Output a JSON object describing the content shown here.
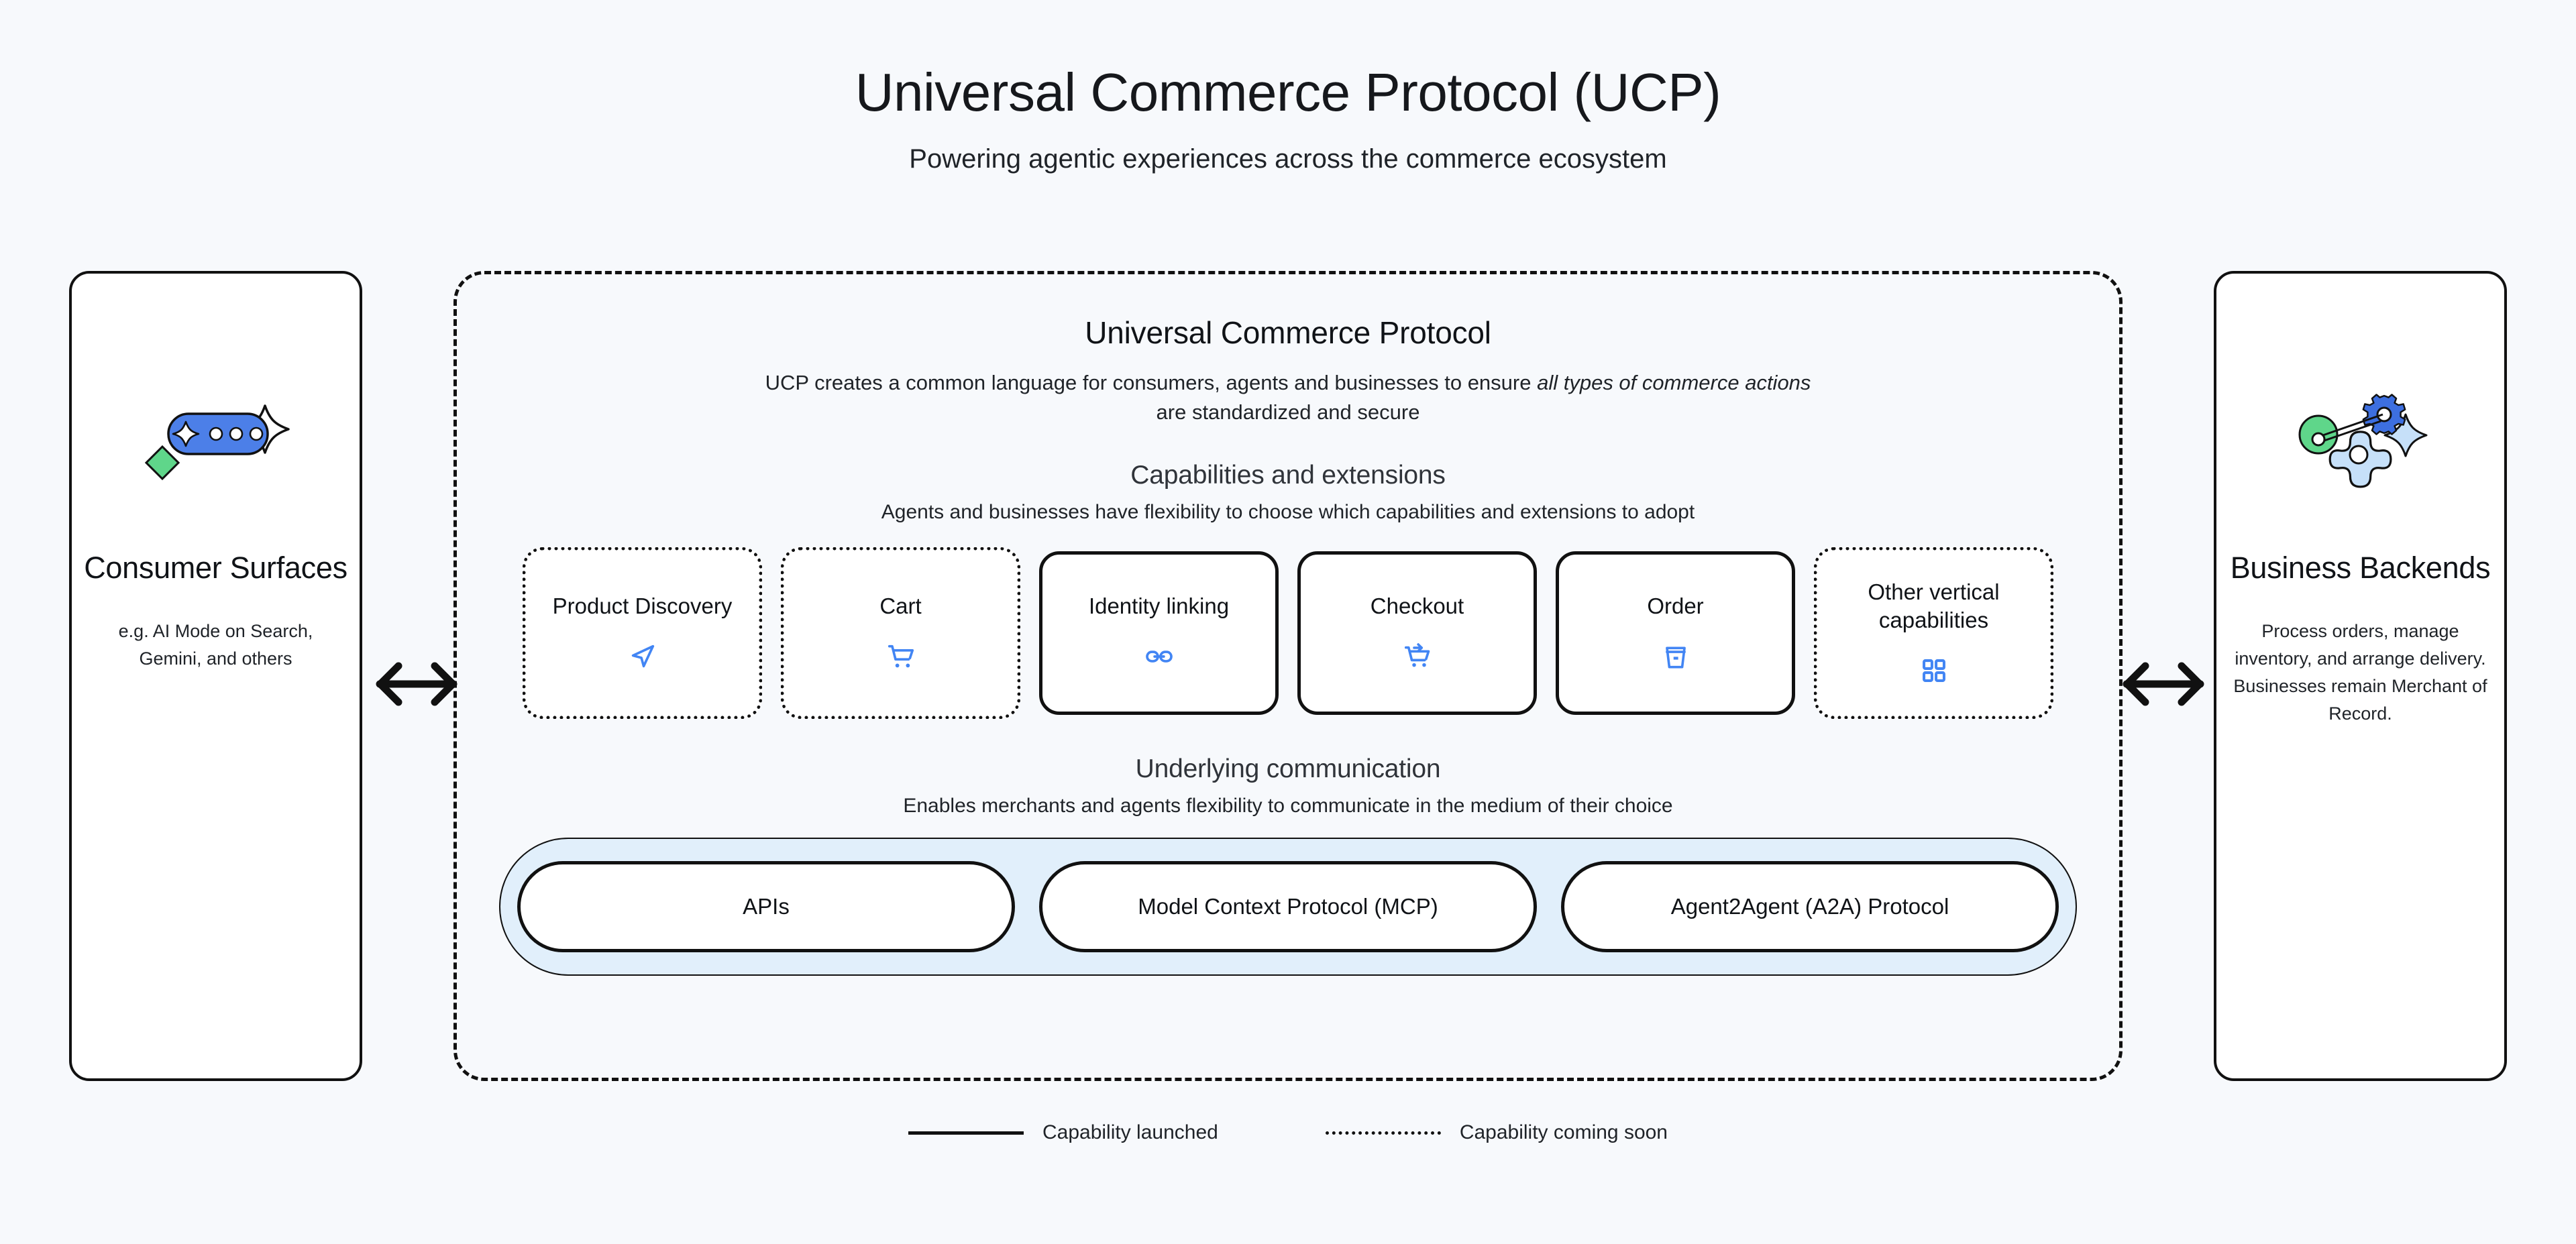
{
  "header": {
    "title": "Universal Commerce Protocol (UCP)",
    "subtitle": "Powering agentic experiences across the commerce ecosystem"
  },
  "left_panel": {
    "icon": "ai-chat-sparkle-icon",
    "title": "Consumer Surfaces",
    "description": "e.g. AI Mode on Search, Gemini, and others"
  },
  "right_panel": {
    "icon": "gears-backend-icon",
    "title": "Business Backends",
    "description": "Process orders, manage inventory, and arrange delivery. Businesses remain Merchant of Record."
  },
  "arrows": {
    "left": "bidirectional-arrow-icon",
    "right": "bidirectional-arrow-icon"
  },
  "ucp": {
    "title": "Universal Commerce Protocol",
    "description_part1": "UCP creates a common language for consumers, agents and businesses to ensure ",
    "description_emphasis": "all types of commerce actions",
    "description_part2": " are standardized and secure",
    "capabilities_section": {
      "title": "Capabilities and extensions",
      "description": "Agents and businesses have flexibility to choose which capabilities and extensions to adopt",
      "cards": [
        {
          "label": "Product Discovery",
          "status": "soon",
          "icon": "navigation-send-icon"
        },
        {
          "label": "Cart",
          "status": "soon",
          "icon": "shopping-cart-icon"
        },
        {
          "label": "Identity linking",
          "status": "launched",
          "icon": "link-chain-icon"
        },
        {
          "label": "Checkout",
          "status": "launched",
          "icon": "cart-checkout-icon"
        },
        {
          "label": "Order",
          "status": "launched",
          "icon": "receipt-order-icon"
        },
        {
          "label": "Other vertical capabilities",
          "status": "soon",
          "icon": "grid-four-squares-icon"
        }
      ]
    },
    "communication_section": {
      "title": "Underlying communication",
      "description": "Enables merchants and agents flexibility to communicate in the medium of their choice",
      "protocols": [
        "APIs",
        "Model Context Protocol (MCP)",
        "Agent2Agent (A2A) Protocol"
      ]
    }
  },
  "legend": [
    {
      "style": "solid",
      "label": "Capability launched"
    },
    {
      "style": "dotted",
      "label": "Capability coming soon"
    }
  ],
  "colors": {
    "background": "#F7F9FC",
    "accent_blue": "#4285F4",
    "band_blue": "#E1EFFB",
    "green": "#5FD68A",
    "outline": "#111111"
  }
}
